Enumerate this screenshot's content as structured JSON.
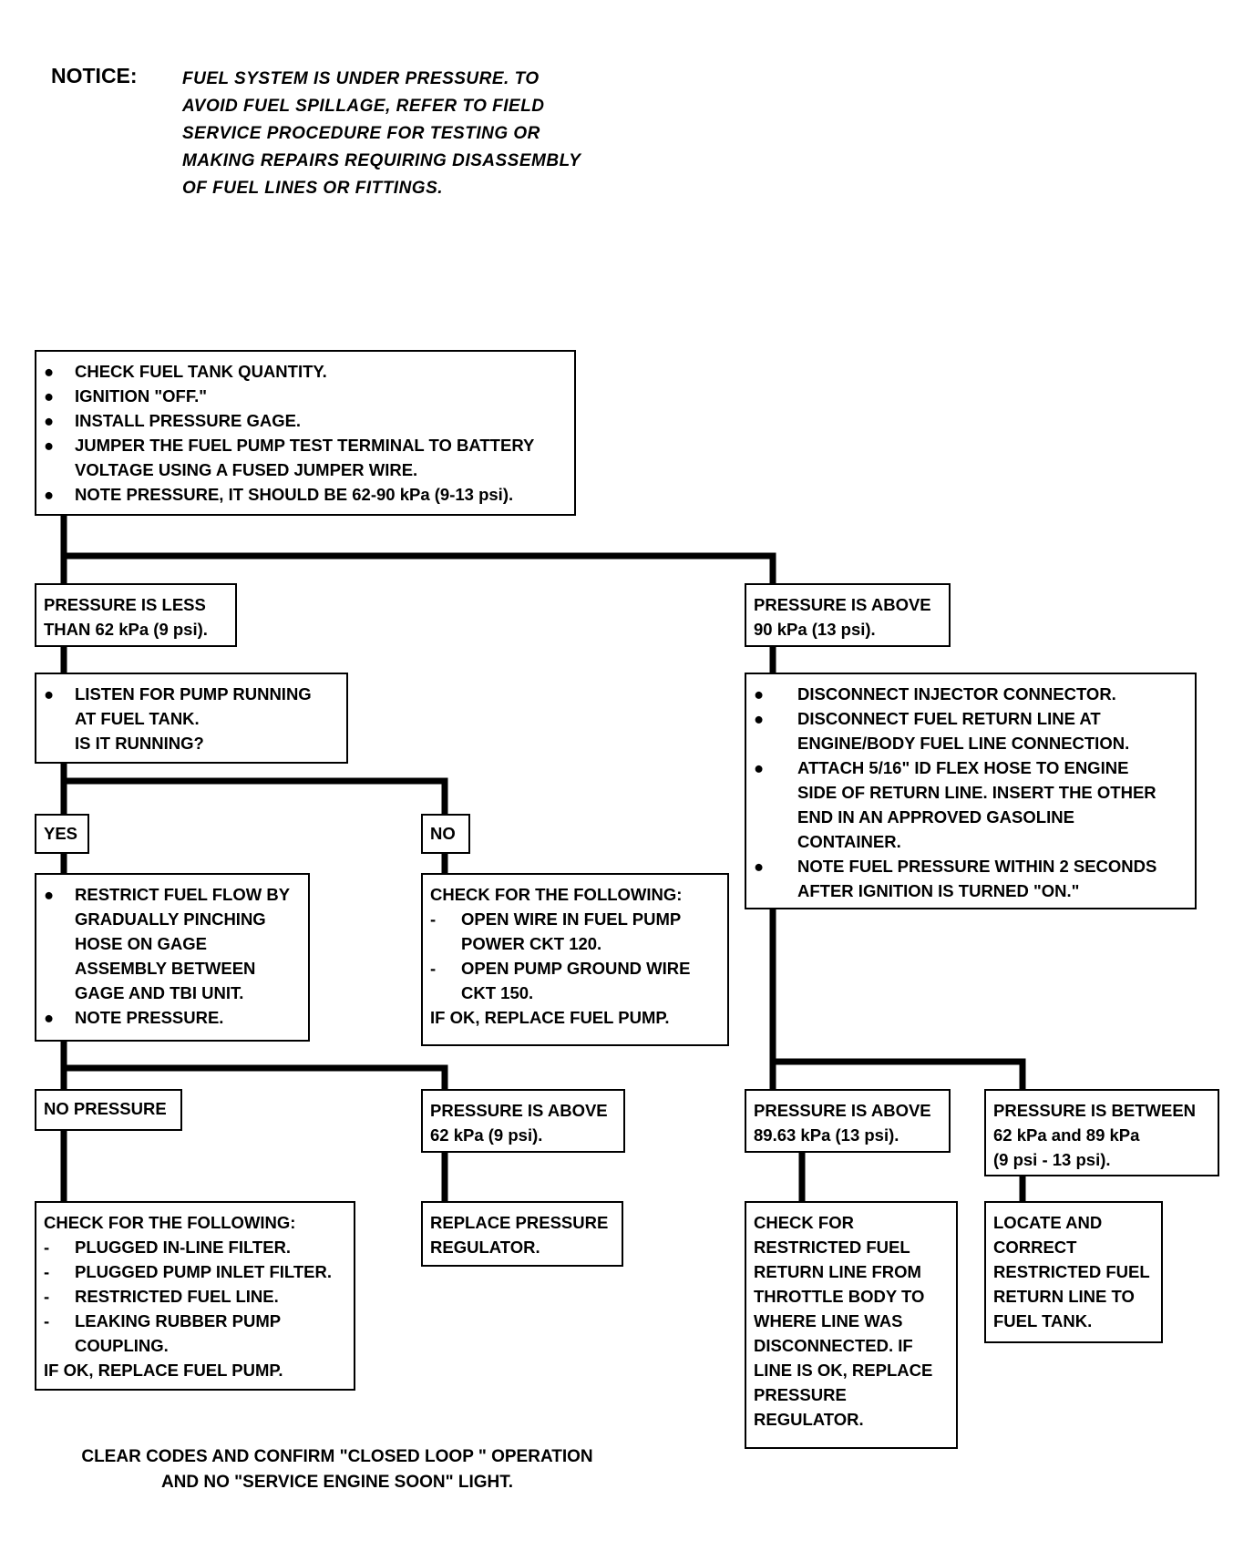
{
  "notice": {
    "label": "NOTICE:",
    "lines": [
      "FUEL SYSTEM IS UNDER PRESSURE.  TO",
      "AVOID FUEL SPILLAGE, REFER TO FIELD",
      "SERVICE PROCEDURE FOR TESTING OR",
      "MAKING REPAIRS REQUIRING DISASSEMBLY",
      "OF FUEL LINES OR FITTINGS."
    ]
  },
  "start": {
    "items": [
      "CHECK FUEL TANK QUANTITY.",
      "IGNITION \"OFF.\"",
      "INSTALL PRESSURE GAGE.",
      "JUMPER THE FUEL PUMP TEST TERMINAL TO BATTERY",
      "VOLTAGE USING A FUSED JUMPER WIRE.",
      "NOTE PRESSURE, IT SHOULD BE 62-90 kPa  (9-13 psi)."
    ]
  },
  "low_pressure": {
    "lines": [
      "PRESSURE IS LESS",
      "THAN 62 kPa (9 psi)."
    ]
  },
  "high_pressure": {
    "lines": [
      "PRESSURE IS ABOVE",
      "90 kPa (13 psi)."
    ]
  },
  "listen": {
    "lines": [
      "LISTEN FOR PUMP RUNNING",
      "AT FUEL TANK.",
      "IS IT RUNNING?"
    ]
  },
  "yes_label": "YES",
  "no_label": "NO",
  "restrict": {
    "lines": [
      "RESTRICT FUEL FLOW BY",
      "GRADUALLY PINCHING",
      "HOSE ON GAGE",
      "ASSEMBLY BETWEEN",
      "GAGE AND TBI UNIT.",
      "NOTE PRESSURE."
    ]
  },
  "no_check": {
    "title": "CHECK FOR THE FOLLOWING:",
    "lines": [
      "OPEN WIRE IN FUEL PUMP",
      "POWER CKT 120.",
      "OPEN PUMP GROUND WIRE",
      "CKT 150."
    ],
    "footer": "IF OK, REPLACE FUEL PUMP."
  },
  "disconnect": {
    "lines": [
      "DISCONNECT INJECTOR CONNECTOR.",
      "DISCONNECT FUEL RETURN LINE AT",
      "ENGINE/BODY FUEL LINE CONNECTION.",
      "ATTACH 5/16\" ID FLEX HOSE TO ENGINE",
      "SIDE OF RETURN LINE.  INSERT THE OTHER",
      "END IN AN APPROVED GASOLINE",
      "CONTAINER.",
      "NOTE FUEL PRESSURE WITHIN 2 SECONDS",
      "AFTER IGNITION IS TURNED \"ON.\""
    ]
  },
  "no_pressure": "NO PRESSURE",
  "above62": {
    "lines": [
      "PRESSURE IS ABOVE",
      "62 kPa (9 psi)."
    ]
  },
  "above89": {
    "lines": [
      "PRESSURE IS ABOVE",
      "89.63 kPa (13 psi)."
    ]
  },
  "between": {
    "lines": [
      "PRESSURE IS BETWEEN",
      "62 kPa and 89 kPa",
      "(9 psi - 13 psi)."
    ]
  },
  "check_list": {
    "title": "CHECK FOR THE FOLLOWING:",
    "lines": [
      "PLUGGED IN-LINE FILTER.",
      "PLUGGED PUMP INLET FILTER.",
      "RESTRICTED FUEL LINE.",
      "LEAKING RUBBER PUMP",
      "COUPLING."
    ],
    "footer": "IF OK, REPLACE FUEL PUMP."
  },
  "replace_regulator": {
    "lines": [
      "REPLACE PRESSURE",
      "REGULATOR."
    ]
  },
  "check_return": {
    "lines": [
      "CHECK FOR",
      "RESTRICTED FUEL",
      "RETURN LINE FROM",
      "THROTTLE BODY TO",
      "WHERE LINE WAS",
      "DISCONNECTED.  IF",
      "LINE IS OK, REPLACE",
      "PRESSURE",
      "REGULATOR."
    ]
  },
  "locate": {
    "lines": [
      "LOCATE AND",
      "CORRECT",
      "RESTRICTED FUEL",
      "RETURN LINE TO",
      "FUEL TANK."
    ]
  },
  "footer": {
    "lines": [
      "CLEAR CODES AND CONFIRM \"CLOSED LOOP \" OPERATION",
      "AND NO \"SERVICE ENGINE SOON\" LIGHT."
    ]
  }
}
